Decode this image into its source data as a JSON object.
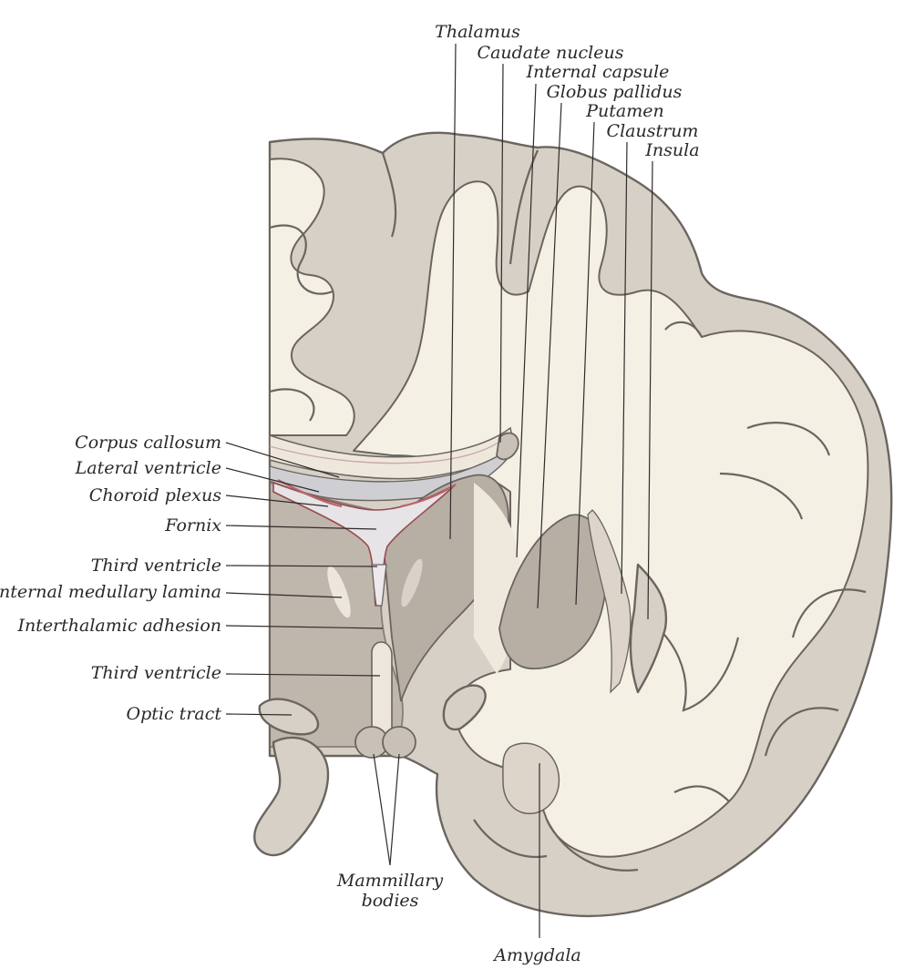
{
  "labels": {
    "thalamus": "Thalamus",
    "caudate_nucleus": "Caudate nucleus",
    "internal_capsule": "Internal capsule",
    "globus_pallidus": "Globus pallidus",
    "putamen": "Putamen",
    "claustrum": "Claustrum",
    "insula": "Insula",
    "corpus_callosum": "Corpus callosum",
    "lateral_ventricle": "Lateral ventricle",
    "choroid_plexus": "Choroid plexus",
    "fornix": "Fornix",
    "third_ventricle_upper": "Third ventricle",
    "internal_medullary_lamina": "Internal medullary lamina",
    "interthalamic_adhesion": "Interthalamic adhesion",
    "third_ventricle_lower": "Third ventricle",
    "optic_tract": "Optic tract",
    "mammillary_bodies_line1": "Mammillary",
    "mammillary_bodies_line2": "bodies",
    "amygdala": "Amygdala"
  },
  "colors": {
    "cortex_gray_matter": "#d7d0c6",
    "white_matter": "#f4f0e4",
    "deep_nuclei": "#b7aea4",
    "outline": "#6b6560",
    "choroid_plexus": "#b9656b"
  }
}
